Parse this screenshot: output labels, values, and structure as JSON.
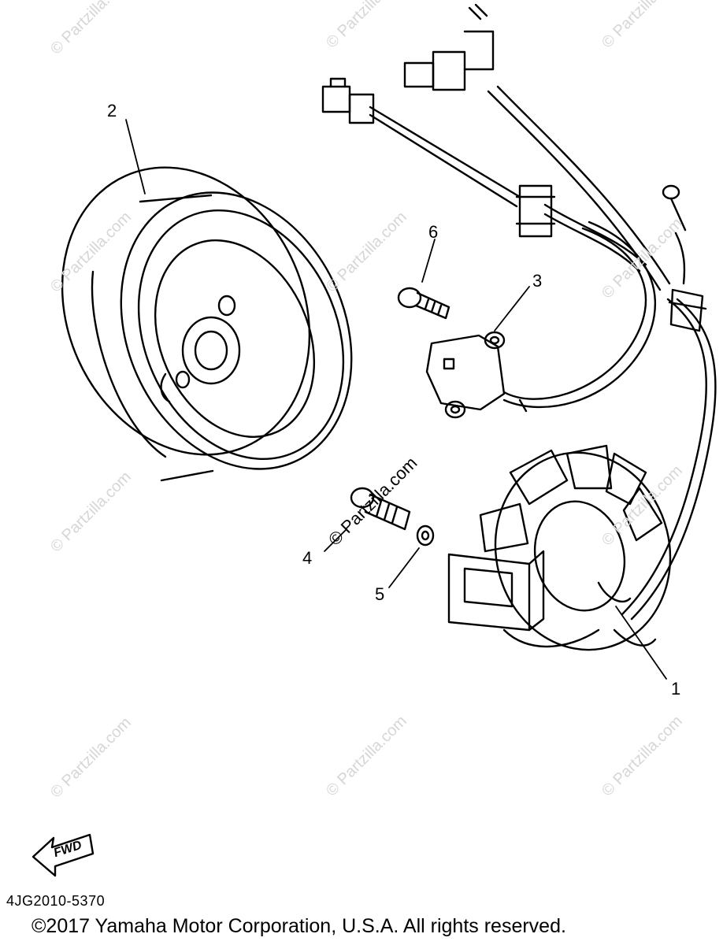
{
  "diagram": {
    "callouts": [
      "1",
      "2",
      "3",
      "4",
      "5",
      "6"
    ],
    "watermark": "© Partzilla.com",
    "fwd_label": "FWD",
    "drawing_code": "4JG2010-5370",
    "copyright": "©2017  Yamaha Motor Corporation, U.S.A. All rights reserved."
  }
}
